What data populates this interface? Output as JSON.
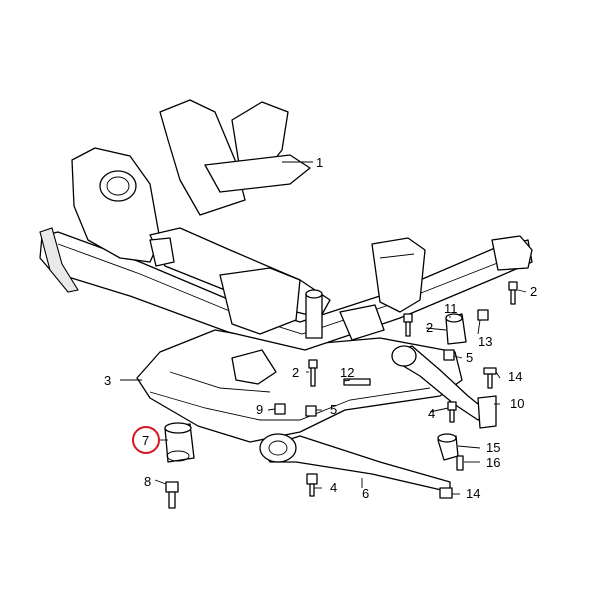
{
  "diagram": {
    "highlight_color": "#d2171e",
    "callouts": [
      {
        "id": "c1",
        "text": "1"
      },
      {
        "id": "c2a",
        "text": "2"
      },
      {
        "id": "c2b",
        "text": "2"
      },
      {
        "id": "c2c",
        "text": "2"
      },
      {
        "id": "c3",
        "text": "3"
      },
      {
        "id": "c4a",
        "text": "4"
      },
      {
        "id": "c4b",
        "text": "4"
      },
      {
        "id": "c5a",
        "text": "5"
      },
      {
        "id": "c5b",
        "text": "5"
      },
      {
        "id": "c6",
        "text": "6"
      },
      {
        "id": "c7",
        "text": "7"
      },
      {
        "id": "c8",
        "text": "8"
      },
      {
        "id": "c9",
        "text": "9"
      },
      {
        "id": "c10",
        "text": "10"
      },
      {
        "id": "c11",
        "text": "11"
      },
      {
        "id": "c12",
        "text": "12"
      },
      {
        "id": "c13",
        "text": "13"
      },
      {
        "id": "c14a",
        "text": "14"
      },
      {
        "id": "c14b",
        "text": "14"
      },
      {
        "id": "c15",
        "text": "15"
      },
      {
        "id": "c16",
        "text": "16"
      }
    ]
  }
}
